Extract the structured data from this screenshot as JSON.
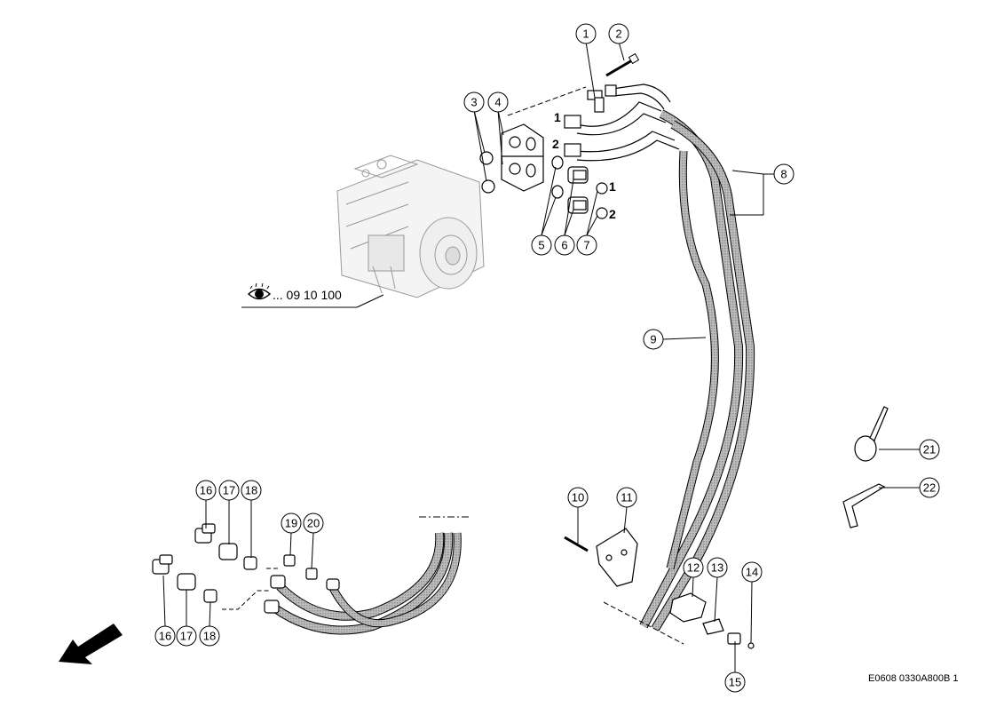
{
  "diagram": {
    "callouts": [
      {
        "id": "c1",
        "label": "1"
      },
      {
        "id": "c2",
        "label": "2"
      },
      {
        "id": "c3",
        "label": "3"
      },
      {
        "id": "c4",
        "label": "4"
      },
      {
        "id": "c5",
        "label": "5"
      },
      {
        "id": "c6",
        "label": "6"
      },
      {
        "id": "c7",
        "label": "7"
      },
      {
        "id": "c8",
        "label": "8"
      },
      {
        "id": "c9",
        "label": "9"
      },
      {
        "id": "c10",
        "label": "10"
      },
      {
        "id": "c11",
        "label": "11"
      },
      {
        "id": "c12",
        "label": "12"
      },
      {
        "id": "c13",
        "label": "13"
      },
      {
        "id": "c14",
        "label": "14"
      },
      {
        "id": "c15",
        "label": "15"
      },
      {
        "id": "c16a",
        "label": "16"
      },
      {
        "id": "c17a",
        "label": "17"
      },
      {
        "id": "c18a",
        "label": "18"
      },
      {
        "id": "c19",
        "label": "19"
      },
      {
        "id": "c20",
        "label": "20"
      },
      {
        "id": "c21",
        "label": "21"
      },
      {
        "id": "c22",
        "label": "22"
      },
      {
        "id": "c16b",
        "label": "16"
      },
      {
        "id": "c17b",
        "label": "17"
      },
      {
        "id": "c18b",
        "label": "18"
      }
    ],
    "port_labels": {
      "block_1": "1",
      "block_2": "2",
      "ring_1": "1",
      "ring_2": "2"
    },
    "reference": {
      "icon": "eye-icon",
      "text": "... 09 10 100"
    },
    "direction_icon": "arrow-down-left-icon",
    "document_id": "E0608 0330A800B 1"
  }
}
